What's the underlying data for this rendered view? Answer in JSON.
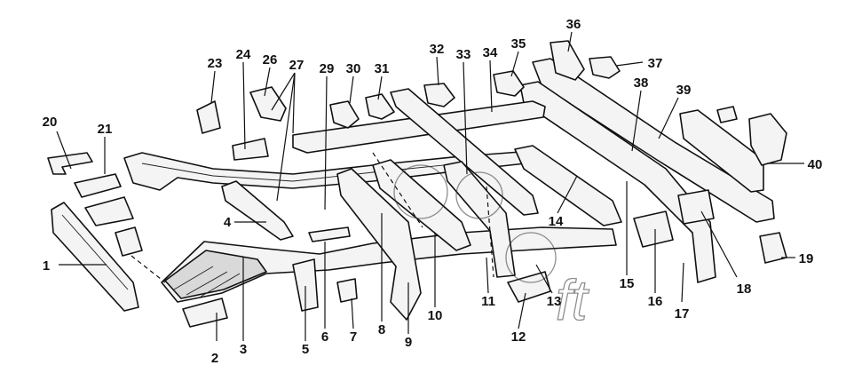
{
  "diagram": {
    "callouts": [
      "1",
      "2",
      "3",
      "4",
      "5",
      "6",
      "7",
      "8",
      "9",
      "10",
      "11",
      "12",
      "13",
      "14",
      "15",
      "16",
      "17",
      "18",
      "19",
      "20",
      "21",
      "23",
      "24",
      "26",
      "27",
      "29",
      "30",
      "31",
      "32",
      "33",
      "34",
      "35",
      "36",
      "37",
      "38",
      "39",
      "40"
    ],
    "watermark_text": "ft"
  },
  "colors": {
    "line": "#111111",
    "paper": "#ffffff",
    "fill": "#f4f4f4",
    "shade": "#d9d9d9"
  }
}
